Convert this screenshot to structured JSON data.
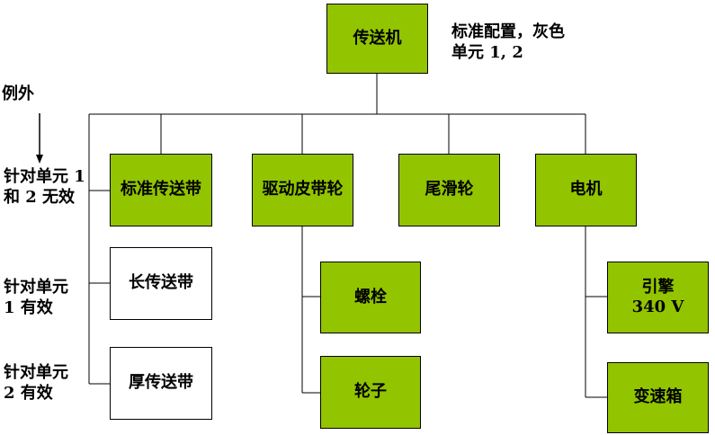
{
  "nodes": {
    "root": "传送机",
    "standard_belt": "标准传送带",
    "drive_pulley": "驱动皮带轮",
    "tail_pulley": "尾滑轮",
    "motor": "电机",
    "long_belt": "长传送带",
    "thick_belt": "厚传送带",
    "bolt": "螺栓",
    "wheel": "轮子",
    "engine": "引擎\n340 V",
    "gearbox": "变速箱"
  },
  "annotations": {
    "standard_config": "标准配置，灰色\n单元 1, 2",
    "exception": "例外",
    "unit12_invalid": "针对单元 1\n和 2 无效",
    "unit1_valid": "针对单元\n1 有效",
    "unit2_valid": "针对单元\n2 有效"
  },
  "colors": {
    "node_fill": "#92c400",
    "variant_fill": "#ffffff",
    "line": "#000000"
  }
}
